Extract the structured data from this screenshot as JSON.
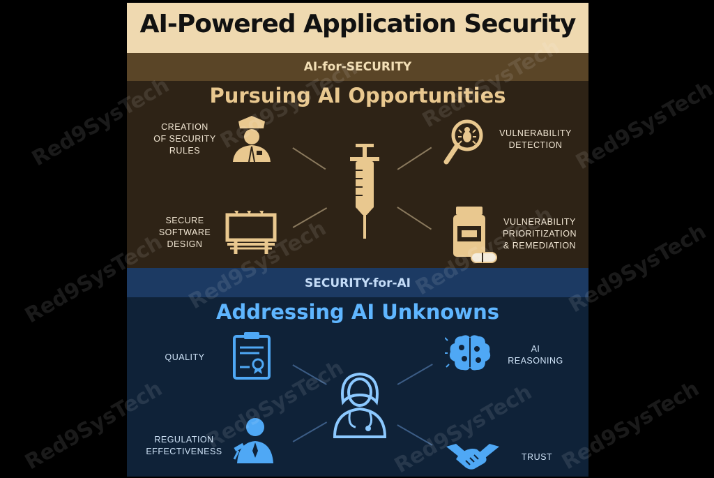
{
  "title": "AI-Powered Application Security",
  "top": {
    "band_label": "AI-for-SECURITY",
    "heading": "Pursuing AI Opportunities",
    "items": [
      {
        "label_lines": [
          "CREATION",
          "OF SECURITY",
          "RULES"
        ],
        "icon": "security-guard-icon"
      },
      {
        "label_lines": [
          "VULNERABILITY",
          "DETECTION"
        ],
        "icon": "magnifier-bug-icon"
      },
      {
        "label_lines": [
          "SECURE",
          "SOFTWARE",
          "DESIGN"
        ],
        "icon": "billboard-icon"
      },
      {
        "label_lines": [
          "VULNERABILITY",
          "PRIORITIZATION",
          "& REMEDIATION"
        ],
        "icon": "medicine-bottle-icon"
      }
    ],
    "center_icon": "syringe-icon"
  },
  "bottom": {
    "band_label": "SECURITY-for-AI",
    "heading": "Addressing AI Unknowns",
    "items": [
      {
        "label_lines": [
          "QUALITY"
        ],
        "icon": "certificate-clipboard-icon"
      },
      {
        "label_lines": [
          "AI",
          "REASONING"
        ],
        "icon": "brain-icon"
      },
      {
        "label_lines": [
          "REGULATION",
          "EFFECTIVENESS"
        ],
        "icon": "judge-person-icon"
      },
      {
        "label_lines": [
          "TRUST"
        ],
        "icon": "handshake-icon"
      }
    ],
    "center_icon": "doctor-icon"
  },
  "watermark": "Red9SysTech",
  "colors": {
    "title_bg": "#efd9b0",
    "top_bg": "#2e2316",
    "top_band": "#5a4527",
    "top_accent": "#e9c88f",
    "bottom_bg": "#0f2238",
    "bottom_band": "#1c3a63",
    "bottom_accent": "#5fb6ff"
  }
}
